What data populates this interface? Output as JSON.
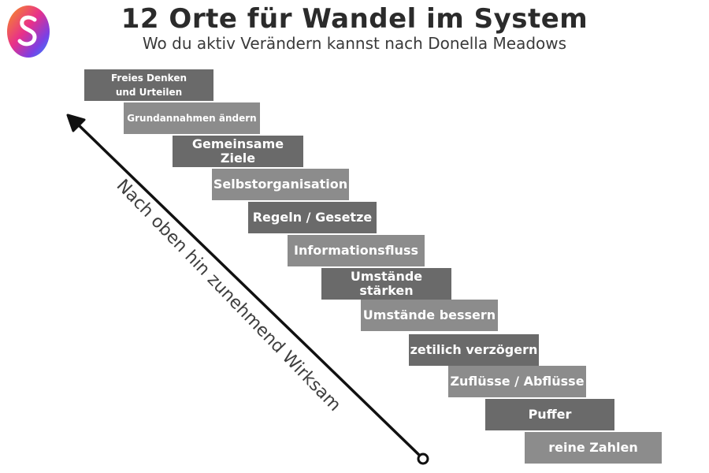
{
  "header": {
    "title": "12 Orte für Wandel im System",
    "subtitle": "Wo du aktiv Verändern kannst nach Donella Meadows"
  },
  "logo": {
    "icon": "s-logo-icon",
    "colors": [
      "#f7941d",
      "#e8308a",
      "#7b3fe4",
      "#2b8cff"
    ]
  },
  "arrow": {
    "label": "Nach oben hin zunehmend Wirksam",
    "direction": "up-left"
  },
  "steps": [
    {
      "label": "Freies Denken\nund Urteilen"
    },
    {
      "label": "Grundannahmen ändern"
    },
    {
      "label": "Gemeinsame Ziele"
    },
    {
      "label": "Selbstorganisation"
    },
    {
      "label": "Regeln / Gesetze"
    },
    {
      "label": "Informationsfluss"
    },
    {
      "label": "Umstände stärken"
    },
    {
      "label": "Umstände bessern"
    },
    {
      "label": "zetilich verzögern"
    },
    {
      "label": "Zuflüsse / Abflüsse"
    },
    {
      "label": "Puffer"
    },
    {
      "label": "reine Zahlen"
    }
  ]
}
